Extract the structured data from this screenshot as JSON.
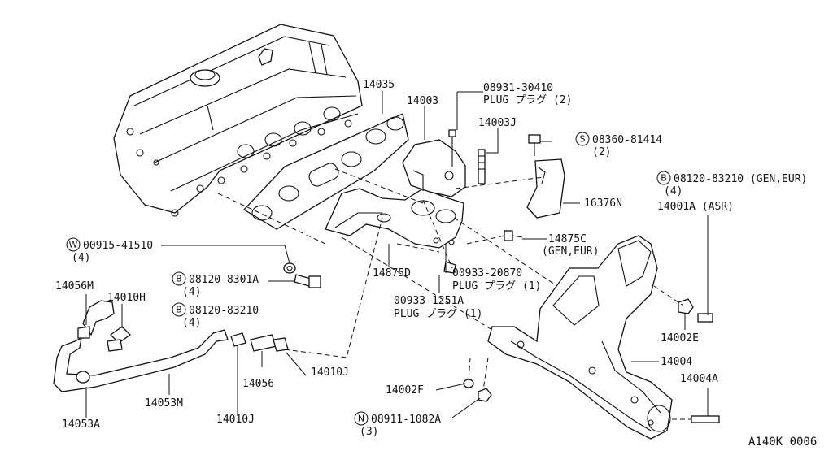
{
  "reference": "A140K 0006",
  "callouts": [
    {
      "id": "c14035",
      "text": "14035"
    },
    {
      "id": "c14003",
      "text": "14003"
    },
    {
      "id": "c08931",
      "text": "08931-30410"
    },
    {
      "id": "c08931s",
      "text": "PLUG プラグ (2)"
    },
    {
      "id": "c14003j",
      "text": "14003J"
    },
    {
      "id": "c08360",
      "text": "08360-81414",
      "circle": "S"
    },
    {
      "id": "c08360s",
      "text": "(2)"
    },
    {
      "id": "c08120a",
      "text": "08120-83210 (GEN,EUR)",
      "circle": "B"
    },
    {
      "id": "c08120as",
      "text": "(4)"
    },
    {
      "id": "c14001a",
      "text": "14001A (ASR)"
    },
    {
      "id": "c16376n",
      "text": "16376N"
    },
    {
      "id": "c00915",
      "text": "00915-41510",
      "circle": "W"
    },
    {
      "id": "c00915s",
      "text": "(4)"
    },
    {
      "id": "c14875c",
      "text": "14875C"
    },
    {
      "id": "c14875cs",
      "text": "(GEN,EUR)"
    },
    {
      "id": "c14875d",
      "text": "14875D"
    },
    {
      "id": "c00933a",
      "text": "00933-20870"
    },
    {
      "id": "c00933as",
      "text": "PLUG プラグ (1)"
    },
    {
      "id": "c08120b",
      "text": "08120-8301A",
      "circle": "B"
    },
    {
      "id": "c08120bs",
      "text": "(4)"
    },
    {
      "id": "c14056m",
      "text": "14056M"
    },
    {
      "id": "c14010h",
      "text": "14010H"
    },
    {
      "id": "c08120c",
      "text": "08120-83210",
      "circle": "B"
    },
    {
      "id": "c08120cs",
      "text": "(4)"
    },
    {
      "id": "c00933b",
      "text": "00933-1251A"
    },
    {
      "id": "c00933bs",
      "text": "PLUG プラグ (1)"
    },
    {
      "id": "c14002e",
      "text": "14002E"
    },
    {
      "id": "c14004",
      "text": "14004"
    },
    {
      "id": "c14004a",
      "text": "14004A"
    },
    {
      "id": "c14056",
      "text": "14056"
    },
    {
      "id": "c14010j1",
      "text": "14010J"
    },
    {
      "id": "c14053m",
      "text": "14053M"
    },
    {
      "id": "c14002f",
      "text": "14002F"
    },
    {
      "id": "c08911",
      "text": "08911-1082A",
      "circle": "N"
    },
    {
      "id": "c08911s",
      "text": "(3)"
    },
    {
      "id": "c14053a",
      "text": "14053A"
    },
    {
      "id": "c14010j2",
      "text": "14010J"
    }
  ]
}
